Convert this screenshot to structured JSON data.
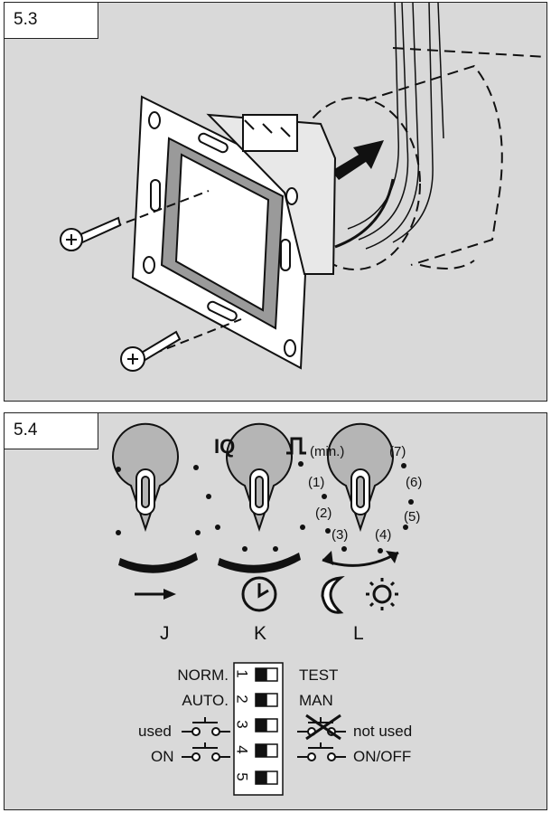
{
  "panel_a": {
    "tag": "5.3"
  },
  "panel_b": {
    "tag": "5.4",
    "knob_j": {
      "letter": "J"
    },
    "knob_k": {
      "letter": "K",
      "top_label": "IQ"
    },
    "knob_l": {
      "letter": "L",
      "top_symbol": "⊓",
      "positions": [
        "(min.)",
        "(1)",
        "(2)",
        "(3)",
        "(4)",
        "(5)",
        "(6)",
        "(7)"
      ]
    },
    "dip_switch": {
      "numbers": [
        "1",
        "2",
        "3",
        "4",
        "5"
      ],
      "left_labels": [
        "NORM.",
        "AUTO.",
        "used",
        "ON",
        ""
      ],
      "right_labels": [
        "TEST",
        "MAN",
        "not used",
        "ON/OFF",
        ""
      ]
    }
  }
}
